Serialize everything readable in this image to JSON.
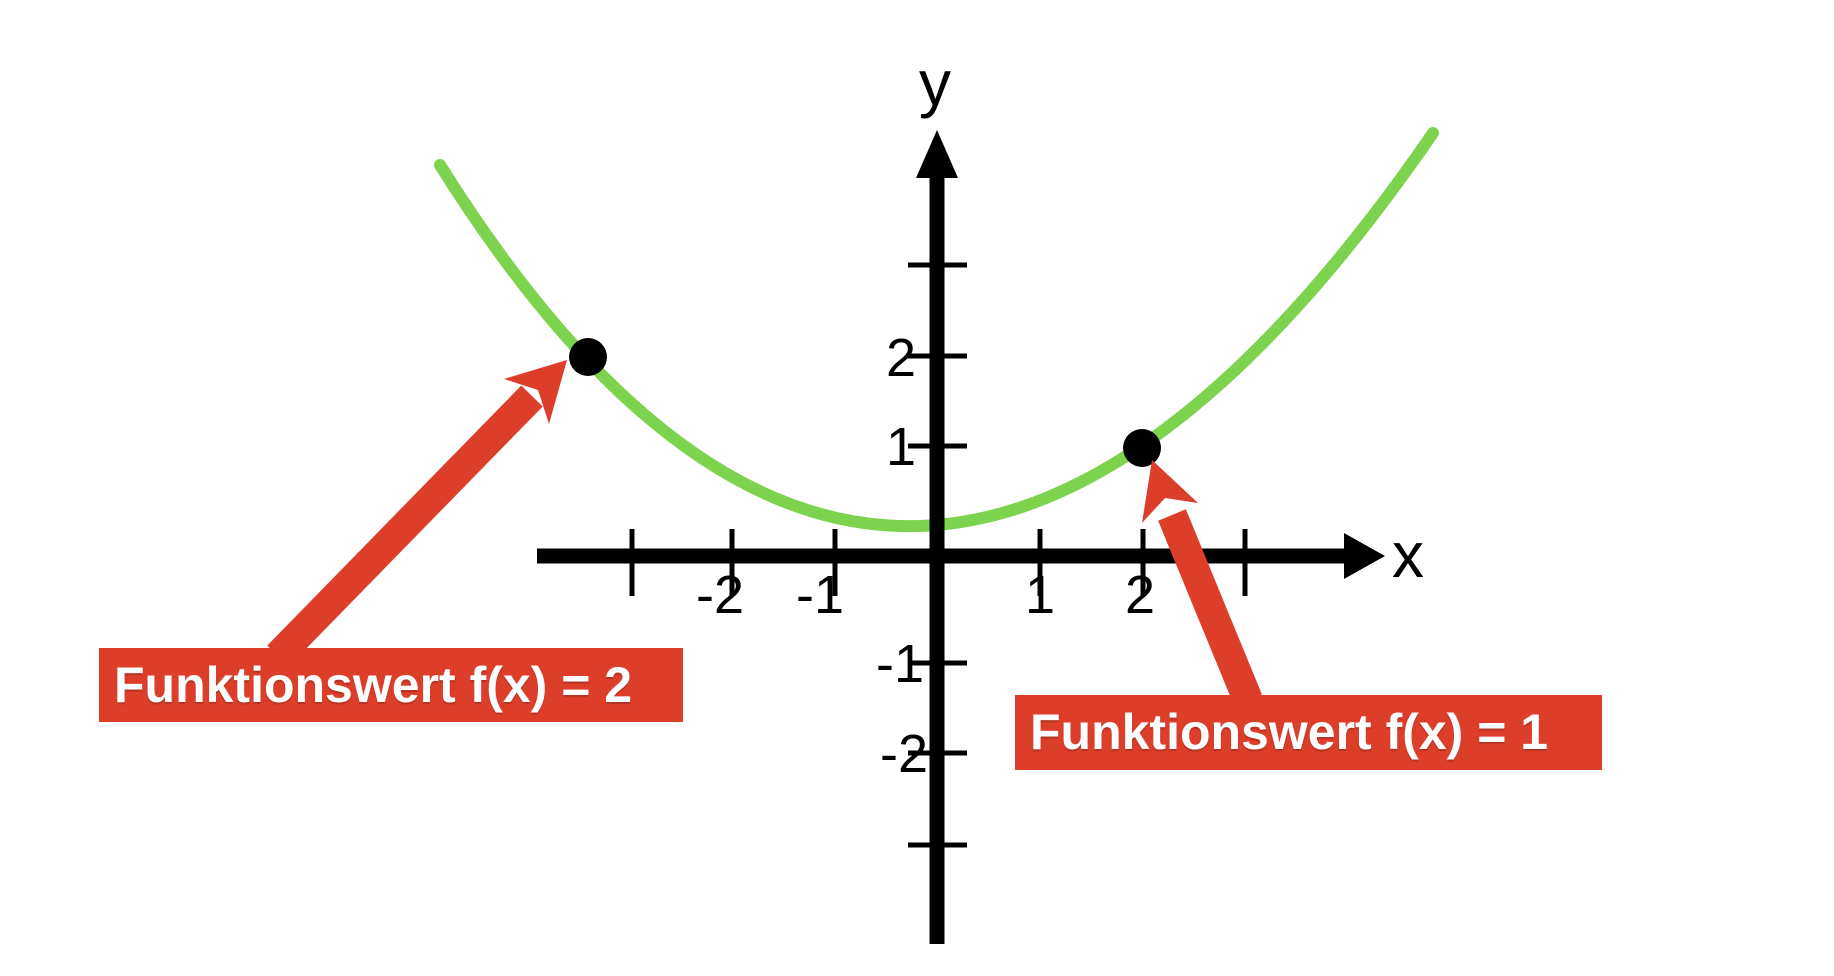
{
  "chart_data": {
    "type": "line",
    "curve_shape": "parabola",
    "title": "",
    "x_axis": {
      "label": "x",
      "tick_labels": [
        "-2",
        "-1",
        "1",
        "2"
      ],
      "unlabeled_tick_positions": [
        -3,
        3
      ],
      "range": [
        -3.9,
        4.3
      ],
      "grid": false
    },
    "y_axis": {
      "label": "y",
      "tick_labels": [
        "2",
        "1",
        "-1",
        "-2"
      ],
      "unlabeled_tick_positions": [
        3,
        -3
      ],
      "range": [
        -4.1,
        4.5
      ],
      "grid": false
    },
    "marked_points": [
      {
        "x": -3.3,
        "y": 2,
        "annotation": "Funktionswert f(x) = 2"
      },
      {
        "x": 2,
        "y": 1,
        "annotation": "Funktionswert f(x) = 1"
      }
    ],
    "legend": "none",
    "colors": {
      "curve": "#7ED34E",
      "axis": "#000000",
      "points": "#000000",
      "annotation_background": "#DC3E2A",
      "annotation_text": "#FFFFFF",
      "background": "#FFFFFF"
    }
  }
}
